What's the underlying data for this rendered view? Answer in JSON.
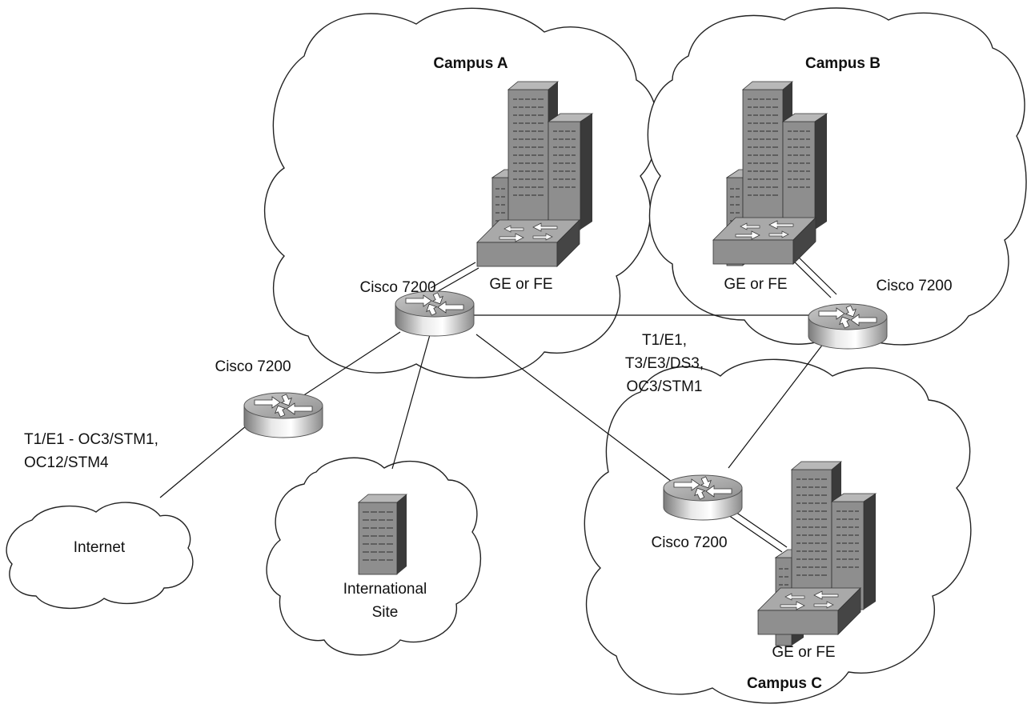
{
  "campuses": {
    "a": {
      "title": "Campus A",
      "router_label": "Cisco 7200",
      "switch_label": "GE or FE"
    },
    "b": {
      "title": "Campus B",
      "router_label": "Cisco 7200",
      "switch_label": "GE or FE"
    },
    "c": {
      "title": "Campus C",
      "router_label": "Cisco 7200",
      "switch_label": "GE or FE"
    }
  },
  "edge_router": {
    "label": "Cisco 7200"
  },
  "internet": {
    "label": "Internet"
  },
  "international": {
    "label_line1": "International",
    "label_line2": "Site"
  },
  "links": {
    "internet_link_line1": "T1/E1 - OC3/STM1,",
    "internet_link_line2": "OC12/STM4",
    "wan_link_line1": "T1/E1,",
    "wan_link_line2": "T3/E3/DS3,",
    "wan_link_line3": "OC3/STM1"
  }
}
